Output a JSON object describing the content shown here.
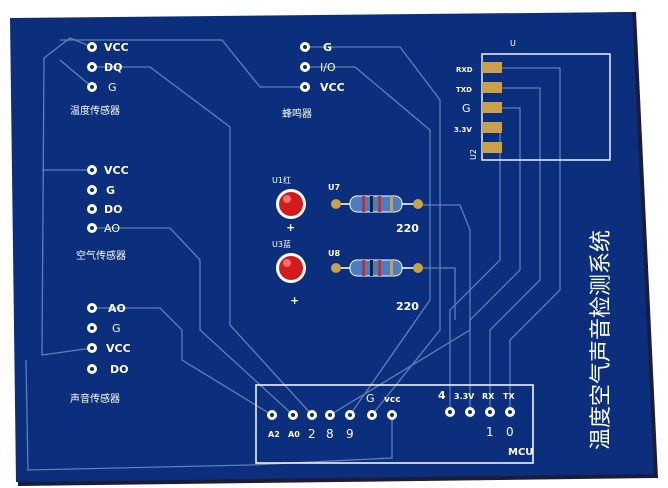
{
  "title": "温度空气声音检测系统",
  "colors": {
    "board": "#0b2f7c",
    "trace": "#5f7fb6",
    "pad": "#c9a14a",
    "led": "#d41a1a",
    "edge": "#1b1b3a"
  },
  "temp_sensor": {
    "pins": [
      "VCC",
      "DQ",
      "G"
    ],
    "name": "温度传感器"
  },
  "buzzer": {
    "pins": [
      "G",
      "I/O",
      "VCC"
    ],
    "name": "蜂鸣器"
  },
  "air_sensor": {
    "pins": [
      "VCC",
      "G",
      "DO",
      "AO"
    ],
    "name": "空气传感器"
  },
  "sound_sensor": {
    "pins": [
      "AO",
      "G",
      "VCC",
      "DO"
    ],
    "name": "声音传感器"
  },
  "led1": {
    "ref": "U1红",
    "plus": "+",
    "res_ref": "U7",
    "res_value": "220"
  },
  "led2": {
    "ref": "U3蓝",
    "plus": "+",
    "res_ref": "U8",
    "res_value": "220"
  },
  "bluetooth": {
    "ref_top": "U",
    "ref_side": "U2",
    "pins": [
      "RXD",
      "TXD",
      "G",
      "3.3V",
      ""
    ]
  },
  "mcu": {
    "name": "MCU",
    "left_labels": [
      "A2",
      "A0",
      "2",
      "8",
      "9"
    ],
    "g_label": "G",
    "vcc_label": "vcc",
    "right_top": [
      "4",
      "3.3V",
      "RX",
      "TX"
    ],
    "right_bottom": [
      "1",
      "0"
    ]
  }
}
